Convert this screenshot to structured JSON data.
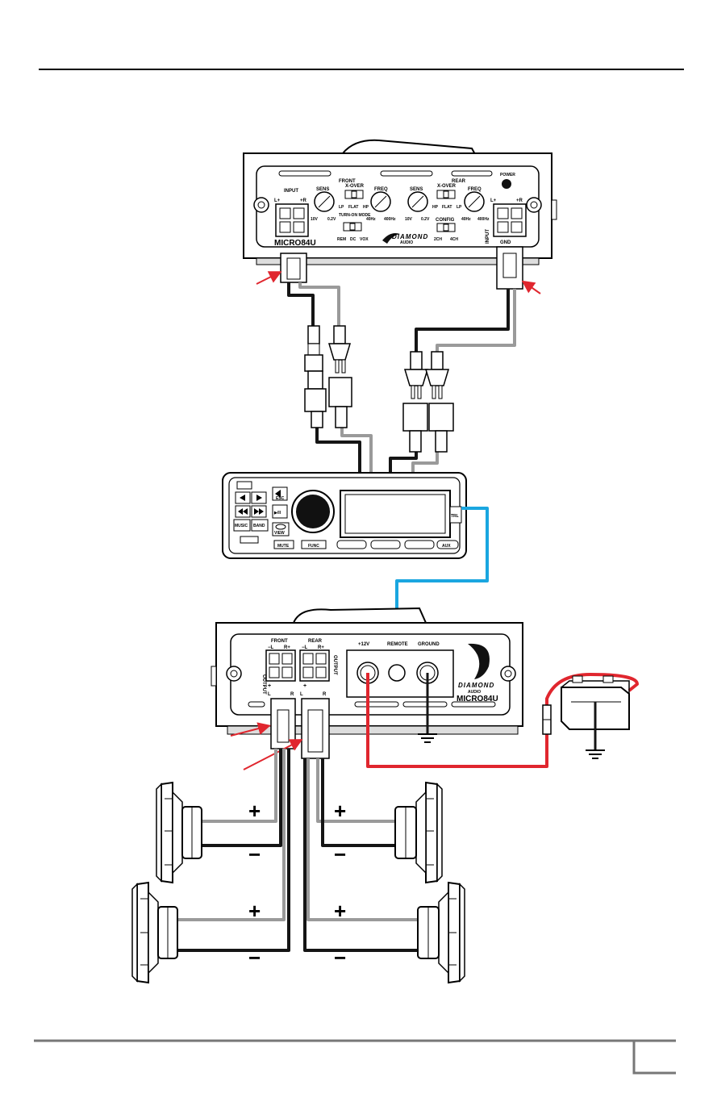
{
  "amp_top": {
    "power": "POWER",
    "front": "FRONT",
    "rear": "REAR",
    "input": "INPUT",
    "l_plus": "L+",
    "plus_r": "+R",
    "sens": "SENS",
    "xover": "X-OVER",
    "freq": "FREQ",
    "lp": "LP",
    "flat": "FLAT",
    "hp": "HP",
    "v10": "10V",
    "v02": "0.2V",
    "hz40": "40Hz",
    "hz400": "400Hz",
    "turn_on_mode": "TURN-ON MODE",
    "rem": "REM",
    "dc": "DC",
    "vox": "VOX",
    "config": "CONFIG",
    "ch2": "2CH",
    "ch4": "4CH",
    "gnd": "GND",
    "model": "MICRO84U",
    "brand": "DIAMOND",
    "brand_sub": "AUDIO"
  },
  "head_unit": {
    "esc": "ESC",
    "play_pause": "▶/II",
    "music": "MUSIC",
    "band": "BAND",
    "view": "VIEW",
    "mute": "MUTE",
    "func": "FUNC",
    "aux": "AUX",
    "side": "TRL"
  },
  "amp_bottom": {
    "front": "FRONT",
    "rear": "REAR",
    "minus_l": "−L",
    "r_plus": "R+",
    "output": "OUTPUT",
    "plus12": "+12V",
    "remote": "REMOTE",
    "ground": "GROUND",
    "l": "L",
    "r": "R",
    "plus": "+",
    "model": "MICRO84U",
    "brand": "DIAMOND",
    "brand_sub": "AUDIO"
  },
  "speakers": {
    "plus": "+",
    "minus": "−"
  },
  "colors": {
    "remote_wire": "#1aa6e0",
    "power_wire": "#e0262e",
    "arrow": "#e0262e",
    "gray_wire": "#9a9a9a",
    "black_wire": "#151515"
  }
}
